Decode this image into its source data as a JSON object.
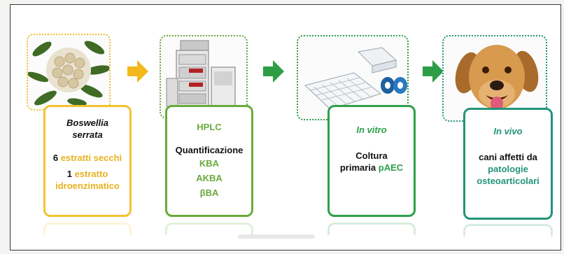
{
  "colors": {
    "stage1": "#f2c230",
    "stage2": "#6aaa3c",
    "stage3": "#2da04a",
    "stage4": "#22947a",
    "arrow1": "#f2b81c",
    "arrow2": "#2e9e46",
    "arrow3": "#2e9e46"
  },
  "stages": [
    {
      "image": "plant-leaves-and-resin-icon",
      "title_line1": "Boswellia",
      "title_line2": "serrata",
      "line_a_num": "6",
      "line_a_text": "estratti secchi",
      "line_b_num": "1",
      "line_b_text": "estratto",
      "line_b_text2": "idroenzimatico"
    },
    {
      "image": "hplc-instrument-icon",
      "title": "HPLC",
      "label": "Quantificazione",
      "items": [
        "KBA",
        "AKBA",
        "βBA"
      ]
    },
    {
      "image": "cell-culture-plates-icon",
      "title": "In vitro",
      "label_line1": "Coltura",
      "label_line2_prefix": "primaria",
      "label_line2_highlight": "pAEC"
    },
    {
      "image": "dog-head-icon",
      "title": "In vivo",
      "label_line1": "cani affetti da",
      "highlight_line1": "patologie",
      "highlight_line2": "osteoarticolari"
    }
  ]
}
